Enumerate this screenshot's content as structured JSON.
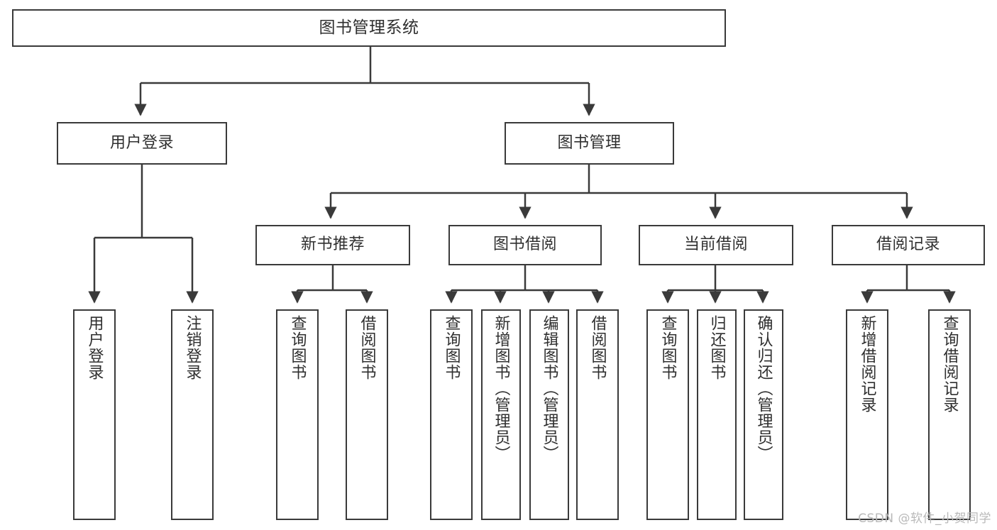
{
  "diagram": {
    "title": "图书管理系统",
    "watermark": "CSDN @软件_小贺同学",
    "colors": {
      "stroke": "#3a3a3a",
      "fill": "#ffffff",
      "text": "#2f2f2f",
      "watermark": "#b9b9b9"
    },
    "root": {
      "label": "图书管理系统"
    },
    "level2": [
      {
        "label": "用户登录"
      },
      {
        "label": "图书管理"
      }
    ],
    "level3": [
      {
        "label": "新书推荐"
      },
      {
        "label": "图书借阅"
      },
      {
        "label": "当前借阅"
      },
      {
        "label": "借阅记录"
      }
    ],
    "leaves": {
      "user_login": [
        {
          "label": "用户登录"
        },
        {
          "label": "注销登录"
        }
      ],
      "new_book_recommend": [
        {
          "label": "查询图书"
        },
        {
          "label": "借阅图书"
        }
      ],
      "book_borrow": [
        {
          "label": "查询图书"
        },
        {
          "label": "新增图书（管理员）"
        },
        {
          "label": "编辑图书（管理员）"
        },
        {
          "label": "借阅图书"
        }
      ],
      "current_borrow": [
        {
          "label": "查询图书"
        },
        {
          "label": "归还图书"
        },
        {
          "label": "确认归还（管理员）"
        }
      ],
      "borrow_record": [
        {
          "label": "新增借阅记录"
        },
        {
          "label": "查询借阅记录"
        }
      ]
    }
  }
}
